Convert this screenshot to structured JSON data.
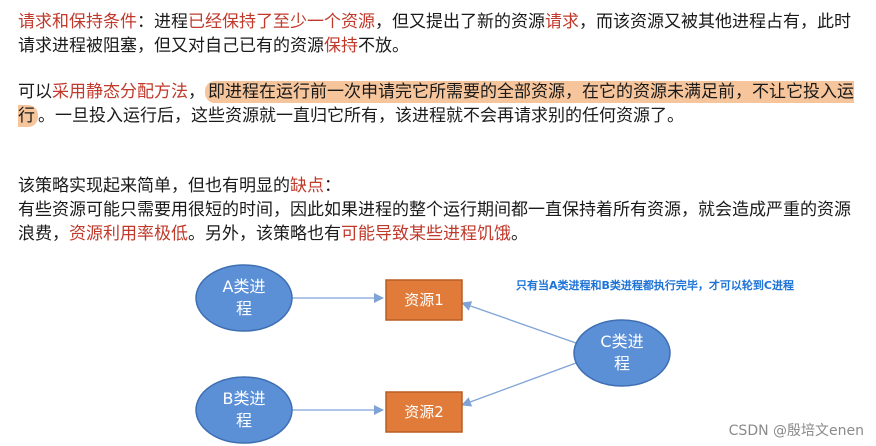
{
  "p1": {
    "s1": "请求和保持条件",
    "s2": "：进程",
    "s3": "已经保持了至少一个资源",
    "s4": "，但又提出了新的资源",
    "s5": "请求",
    "s6": "，而该资源又被其他进程占有，此时请求进程被阻塞，但又对自己已有的资源",
    "s7": "保持",
    "s8": "不放。"
  },
  "p2": {
    "s1": "可以",
    "s2": "采用静态分配方法",
    "s3": "，",
    "s4": "即进程在运行前一次申请完它所需要的全部资源，在它的资源未满足前，不让它投入运行",
    "s5": "。一旦投入运行后，这些资源就一直归它所有，该进程就不会再请求别的任何资源了。"
  },
  "p3": {
    "line1a": "该策略实现起来简单，但也有明显的",
    "line1b": "缺点",
    "line1c": "：",
    "s1": "有些资源可能只需要用很短的时间，因此如果进程的整个运行期间都一直保持着所有资源，就会造成严重的资源浪费，",
    "s2": "资源利用率极低",
    "s3": "。另外，该策略也有",
    "s4": "可能导致某些进程饥饿",
    "s5": "。"
  },
  "diagram": {
    "nodeA_l1": "A类进",
    "nodeA_l2": "程",
    "nodeB_l1": "B类进",
    "nodeB_l2": "程",
    "nodeC_l1": "C类进",
    "nodeC_l2": "程",
    "res1": "资源1",
    "res2": "资源2",
    "note": "只有当A类进程和B类进程都执行完毕，才可以轮到C进程"
  },
  "watermark": "CSDN @殷培文enen",
  "colors": {
    "node": "#5b8fd6",
    "resource": "#e07b39",
    "accent": "#c0392b",
    "highlight": "#f6c59b"
  }
}
